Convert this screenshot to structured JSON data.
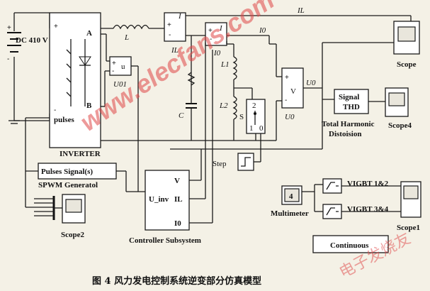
{
  "source": {
    "label": "DC 410 V",
    "plus": "+",
    "minus": "-"
  },
  "inverter": {
    "label": "INVERTER",
    "port_a": "A",
    "port_b": "B",
    "port_pulses": "pulses",
    "plus": "+",
    "minus": "-"
  },
  "voltmeter1": {
    "symbol": "u",
    "label": "U01"
  },
  "inductor": {
    "label": "L"
  },
  "current_meter1": {
    "symbol": "I",
    "label": "IL"
  },
  "capacitor": {
    "label": "C"
  },
  "current_meter2": {
    "symbol": "I",
    "label": "I0"
  },
  "load": {
    "l1": "L1",
    "l2": "L2",
    "switch": "S",
    "pos1": "1",
    "pos2": "2",
    "pos0": "0"
  },
  "step": {
    "label": "Step"
  },
  "voltmeter2": {
    "symbol": "V",
    "label": "U0",
    "out_label": "U0"
  },
  "wire_labels": {
    "i_top": "IL",
    "i0": "I0"
  },
  "scope": {
    "label": "Scope"
  },
  "thd": {
    "line1": "Signal",
    "line2": "THD",
    "label_line1": "Total Harmonic",
    "label_line2": "Distoision"
  },
  "scope4": {
    "label": "Scope4"
  },
  "spwm": {
    "text": "Pulses Signal(s)",
    "label": "SPWM Generatol"
  },
  "scope2": {
    "label": "Scope2"
  },
  "controller": {
    "label": "Controller Subsystem",
    "in_uinv": "U_inv",
    "port_v": "V",
    "port_il": "IL",
    "port_i0": "I0"
  },
  "multimeter": {
    "value": "4",
    "label": "Multimeter"
  },
  "vigbt12": {
    "label": "VIGBT 1&2"
  },
  "vigbt34": {
    "label": "VIGBT 3&4"
  },
  "scope1": {
    "label": "Scope1"
  },
  "continuous": {
    "label": "Continuous"
  },
  "caption": "图 4   风力发电控制系统逆变部分仿真模型",
  "watermark": {
    "site": "www.elecfans.com",
    "cn": "电子发烧友"
  }
}
